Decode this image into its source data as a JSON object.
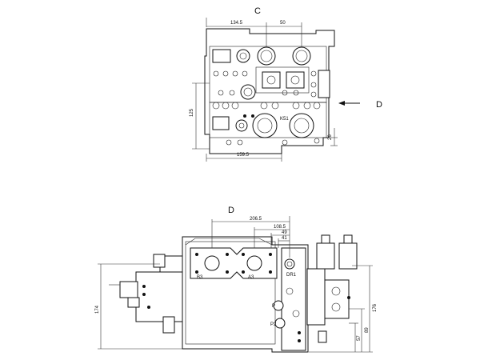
{
  "views": {
    "top": {
      "label": "C",
      "dims": {
        "d134_5": "134.5",
        "d50": "50",
        "d125": "125",
        "d159_5": "159.5",
        "d26": "26"
      },
      "port_label": "K51"
    },
    "side": {
      "arrow_label": "D"
    },
    "bottom": {
      "label": "D",
      "dims": {
        "d206_5": "206.5",
        "d108_5": "108.5",
        "d49": "49",
        "d41": "41",
        "d174": "174",
        "d176": "176",
        "d89": "89",
        "d57": "57"
      },
      "ports": {
        "b3": "B3",
        "a3": "A3",
        "dr1": "DR1",
        "p": "P",
        "p2": "P2"
      }
    }
  }
}
